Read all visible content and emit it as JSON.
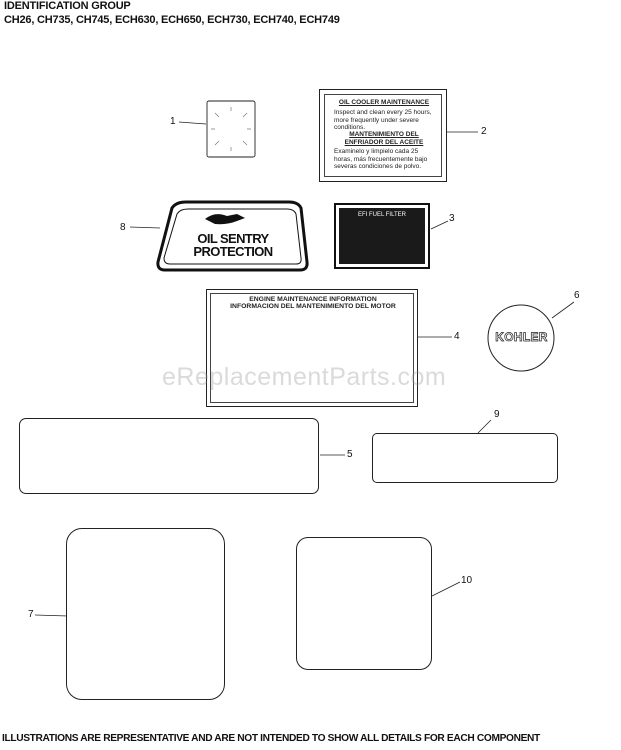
{
  "header": {
    "title": "IDENTIFICATION GROUP",
    "models": "CH26, CH735, CH745, ECH630,  ECH650,  ECH730, ECH740, ECH749"
  },
  "callouts": [
    "1",
    "2",
    "3",
    "4",
    "5",
    "6",
    "7",
    "8",
    "9",
    "10"
  ],
  "labels": {
    "oil_cooler": {
      "en_title": "OIL COOLER MAINTENANCE",
      "en_body": "Inspect and clean every 25 hours, more frequently under severe conditions.",
      "es_title": "MANTENIMIENTO DEL ENFRIADOR DEL ACEITE",
      "es_body": "Examinelo y limpielo cada 25 horas, más frecuentemente bajo severas condiciones de polvo."
    },
    "oil_sentry": {
      "line1": "OIL SENTRY",
      "line2": "PROTECTION"
    },
    "fuel_filter": {
      "text": "EFI FUEL FILTER"
    },
    "engine_maint": {
      "title_en": "ENGINE MAINTENANCE INFORMATION",
      "title_es": "INFORMACION DEL MANTENIMIENTO DEL MOTOR"
    },
    "kohler": {
      "text": "KOHLER"
    }
  },
  "watermark": "eReplacementParts.com",
  "footer": "ILLUSTRATIONS ARE REPRESENTATIVE AND ARE NOT INTENDED TO SHOW ALL DETAILS FOR EACH COMPONENT"
}
